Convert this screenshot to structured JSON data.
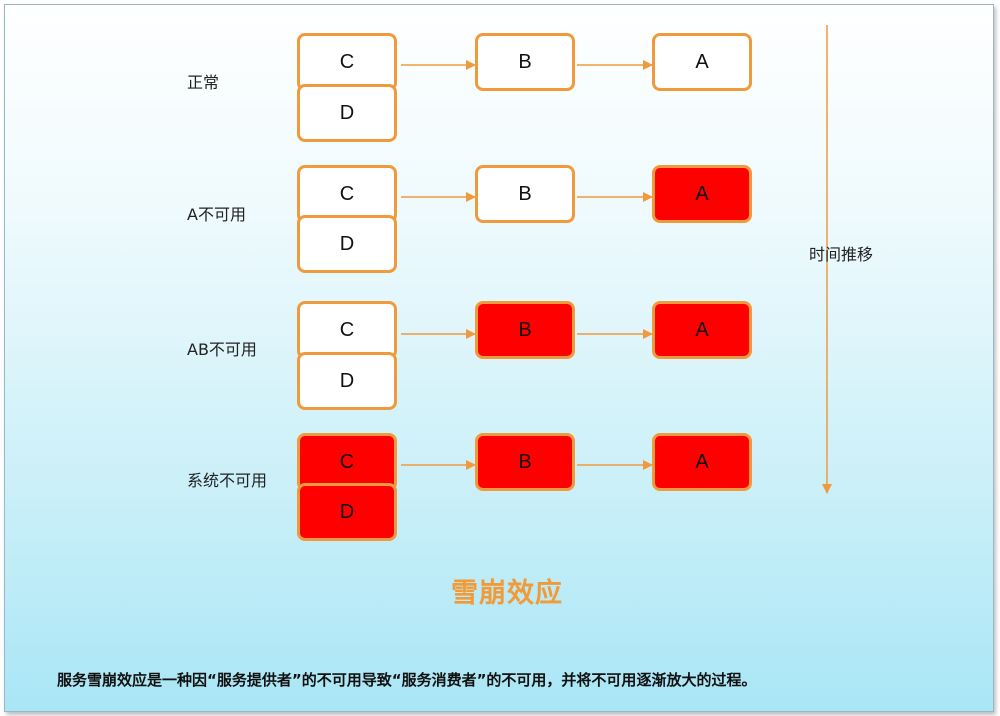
{
  "rows": [
    {
      "label": "正常",
      "nodes": {
        "C": "C",
        "D": "D",
        "B": "B",
        "A": "A"
      }
    },
    {
      "label": "A不可用",
      "nodes": {
        "C": "C",
        "D": "D",
        "B": "B",
        "A": "A"
      }
    },
    {
      "label": "AB不可用",
      "nodes": {
        "C": "C",
        "D": "D",
        "B": "B",
        "A": "A"
      }
    },
    {
      "label": "系统不可用",
      "nodes": {
        "C": "C",
        "D": "D",
        "B": "B",
        "A": "A"
      }
    }
  ],
  "time_label": "时间推移",
  "title": "雪崩效应",
  "caption": "服务雪崩效应是一种因“服务提供者”的不可用导致“服务消费者”的不可用，并将不可用逐渐放大的过程。",
  "colors": {
    "border": "#ef9a3c",
    "down": "#ff0000",
    "up": "#ffffff",
    "arrow": "#ef9a3c",
    "title": "#f29a38"
  }
}
